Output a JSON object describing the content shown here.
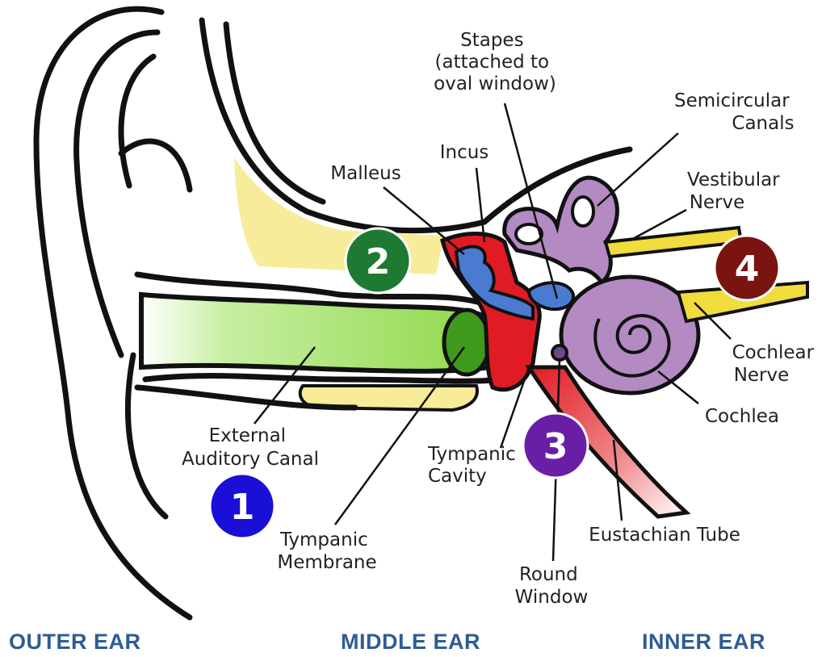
{
  "labels": {
    "stapes": [
      "Stapes",
      "(attached to",
      "oval window)"
    ],
    "incus": [
      "Incus"
    ],
    "malleus": [
      "Malleus"
    ],
    "semicircular_canals": [
      "Semicircular",
      "Canals"
    ],
    "vestibular_nerve": [
      "Vestibular",
      "Nerve"
    ],
    "cochlear_nerve": [
      "Cochlear",
      "Nerve"
    ],
    "cochlea": [
      "Cochlea"
    ],
    "external_auditory_canal": [
      "External",
      "Auditory Canal"
    ],
    "tympanic_cavity": [
      "Tympanic",
      "Cavity"
    ],
    "tympanic_membrane": [
      "Tympanic",
      "Membrane"
    ],
    "round_window": [
      "Round",
      "Window"
    ],
    "eustachian_tube": [
      "Eustachian Tube"
    ]
  },
  "markers": [
    {
      "number": "1",
      "color": "#1a0fd6",
      "region": "outer-ear"
    },
    {
      "number": "2",
      "color": "#1e7a32",
      "region": "middle-ear"
    },
    {
      "number": "3",
      "color": "#6a1ea6",
      "region": "round-window"
    },
    {
      "number": "4",
      "color": "#7a1410",
      "region": "inner-ear"
    }
  ],
  "regions": {
    "outer": "OUTER EAR",
    "middle": "MIDDLE EAR",
    "inner": "INNER EAR"
  },
  "colors": {
    "region_text": "#2e5c94",
    "outline": "#111111",
    "bone": "#f7ec9a",
    "canal": "#8fd84a",
    "membrane": "#3f9a1e",
    "ossicle_red": "#e01b24",
    "ossicle_blue": "#4a7bd0",
    "inner_ear": "#b48ac2",
    "nerve": "#f0dc3c",
    "tube": "#e8787a"
  }
}
